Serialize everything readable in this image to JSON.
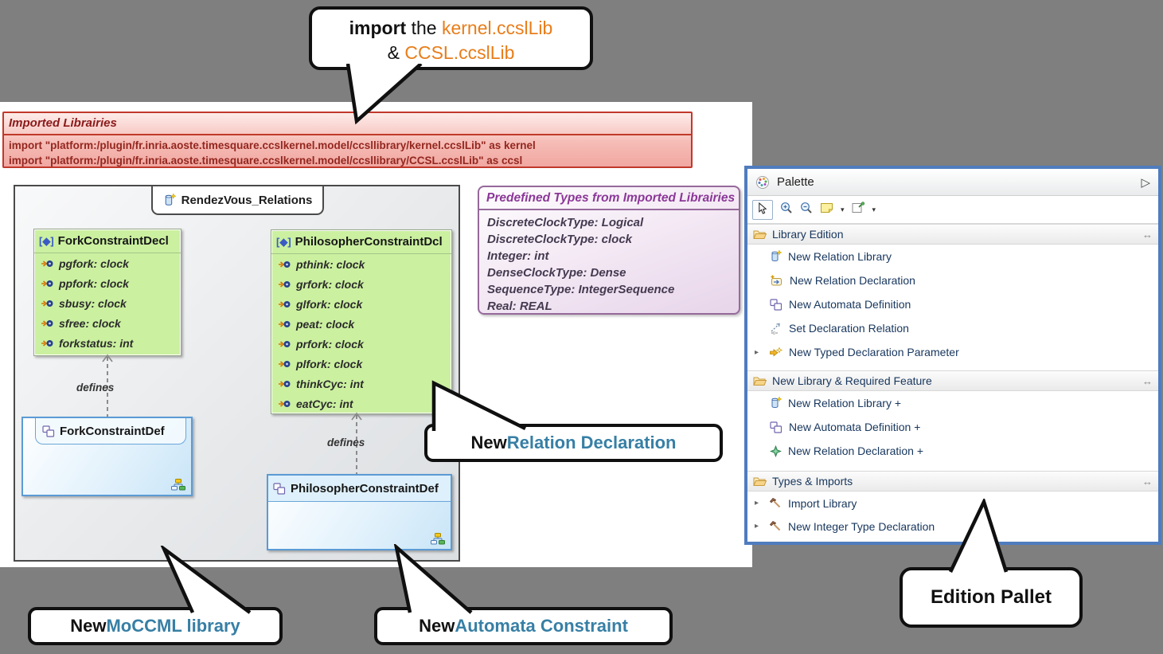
{
  "callouts": {
    "import_note": {
      "word_import": "import",
      "word_the": " the ",
      "lib1": "kernel.ccslLib",
      "amp": "& ",
      "lib2": "CCSL.ccslLib"
    },
    "relation_declaration": {
      "prefix": "New ",
      "highlight": "Relation Declaration"
    },
    "moccml_library": {
      "prefix": "New ",
      "highlight": "MoCCML library"
    },
    "automata_constraint": {
      "prefix": "New ",
      "highlight": "Automata Constraint"
    },
    "edition_pallet": "Edition Pallet"
  },
  "imported_libraries_banner": {
    "title": "Imported Librairies",
    "imports": [
      "import \"platform:/plugin/fr.inria.aoste.timesquare.ccslkernel.model/ccsllibrary/kernel.ccslLib\" as kernel",
      "import \"platform:/plugin/fr.inria.aoste.timesquare.ccslkernel.model/ccsllibrary/CCSL.ccslLib\" as ccsl"
    ]
  },
  "diagram": {
    "package_name": "RendezVous_Relations",
    "class_icon_prefix": "[◆]",
    "declarations": [
      {
        "name": "ForkConstraintDecl",
        "attributes": [
          "pgfork: clock",
          "ppfork: clock",
          "sbusy: clock",
          "sfree: clock",
          "forkstatus: int"
        ]
      },
      {
        "name": "PhilosopherConstraintDcl",
        "attributes": [
          "pthink: clock",
          "grfork: clock",
          "glfork: clock",
          "peat: clock",
          "prfork: clock",
          "plfork: clock",
          "thinkCyc: int",
          "eatCyc: int"
        ]
      }
    ],
    "definitions": [
      {
        "name": "ForkConstraintDef"
      },
      {
        "name": "PhilosopherConstraintDef"
      }
    ],
    "edge_label": "defines"
  },
  "predefined_types": {
    "title": "Predefined Types from Imported Librairies",
    "items": [
      "DiscreteClockType: Logical",
      "DiscreteClockType: clock",
      "Integer: int",
      "DenseClockType: Dense",
      "SequenceType: IntegerSequence",
      "Real: REAL"
    ]
  },
  "palette": {
    "title": "Palette",
    "collapse_glyph": "▷",
    "pin_glyph": "↔",
    "expander_glyph": "▸",
    "dropdown_glyph": "▾",
    "sections": [
      {
        "label": "Library Edition",
        "items": [
          {
            "label": "New Relation Library",
            "icon": "relation-library-icon"
          },
          {
            "label": "New Relation Declaration",
            "icon": "relation-declaration-icon"
          },
          {
            "label": "New Automata Definition",
            "icon": "automata-definition-icon"
          },
          {
            "label": "Set Declaration Relation",
            "icon": "set-declaration-relation-icon"
          },
          {
            "label": "New Typed Declaration Parameter",
            "icon": "typed-declaration-parameter-icon"
          }
        ]
      },
      {
        "label": "New Library & Required Feature",
        "items": [
          {
            "label": "New Relation Library +",
            "icon": "relation-library-icon"
          },
          {
            "label": "New Automata Definition +",
            "icon": "automata-definition-icon"
          },
          {
            "label": "New Relation Declaration +",
            "icon": "green-diamond-icon"
          }
        ]
      },
      {
        "label": "Types & Imports",
        "items": [
          {
            "label": "Import Library",
            "icon": "hammer-icon"
          },
          {
            "label": "New Integer Type Declaration",
            "icon": "hammer-icon"
          }
        ]
      }
    ]
  },
  "colors": {
    "background_gray": "#7f7f7f",
    "banner_red_border": "#c0392b",
    "banner_text": "#93271f",
    "decl_green_fill": "#cbf0a0",
    "def_blue_border": "#5b9bd5",
    "types_purple_border": "#96699b",
    "types_title": "#8b3898",
    "palette_blue_border": "#4f7cbe",
    "palette_text_navy": "#17365d",
    "callout_highlight_teal": "#377fa5",
    "callout_orange": "#e87d1a"
  }
}
